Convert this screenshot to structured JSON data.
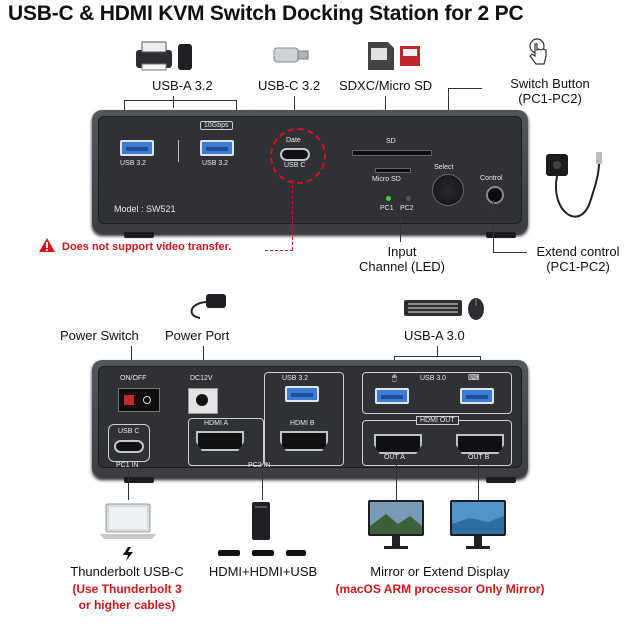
{
  "title": "USB-C & HDMI KVM Switch Docking Station for 2 PC",
  "front": {
    "callouts": {
      "usba": "USB-A 3.2",
      "usbc": "USB-C 3.2",
      "sd": "SDXC/Micro SD",
      "switch_button_1": "Switch Button",
      "switch_button_2": "(PC1-PC2)",
      "input_channel_1": "Input",
      "input_channel_2": "Channel (LED)",
      "extend_control_1": "Extend control",
      "extend_control_2": "(PC1-PC2)",
      "warning": "Does not support video transfer."
    },
    "panel": {
      "speed": "10Gbps",
      "usb1": "USB 3.2",
      "usb2": "USB 3.2",
      "data": "Date",
      "usbc": "USB C",
      "sd": "SD",
      "microsd": "Micro SD",
      "select": "Select",
      "control": "Control",
      "model": "Model : SW521",
      "pc1": "PC1",
      "pc2": "PC2"
    },
    "colors": {
      "warning": "#d4141b",
      "usb_port": "#3b7bd6",
      "led": "#3bd24a"
    }
  },
  "back": {
    "callouts": {
      "power_switch": "Power Switch",
      "power_port": "Power Port",
      "usba30": "USB-A 3.0",
      "thunderbolt": "Thunderbolt USB-C",
      "thunderbolt_note_1": "(Use Thunderbolt 3",
      "thunderbolt_note_2": "or higher cables)",
      "hdmi_usb": "HDMI+HDMI+USB",
      "mirror": "Mirror or Extend Display",
      "mirror_note": "(macOS ARM processor Only Mirror)"
    },
    "panel": {
      "onoff": "ON/OFF",
      "dc12v": "DC12V",
      "usb32": "USB 3.2",
      "usb30": "USB 3.0",
      "usbc": "USB C",
      "pc1in": "PC1 IN",
      "hdmia": "HDMI A",
      "hdmib": "HDMI B",
      "pc2in": "PC2 IN",
      "hdmiout": "HDMI OUT",
      "outa": "OUT A",
      "outb": "OUT B"
    }
  },
  "icons": [
    "printer-icon",
    "power-bank-icon",
    "usb-flash-drive-icon",
    "sd-card-icon",
    "hand-pointer-icon",
    "extend-control-cable-icon",
    "power-adapter-icon",
    "keyboard-icon",
    "mouse-icon",
    "laptop-icon",
    "pc-tower-icon",
    "monitor-icon",
    "warning-icon",
    "thunderbolt-icon"
  ]
}
